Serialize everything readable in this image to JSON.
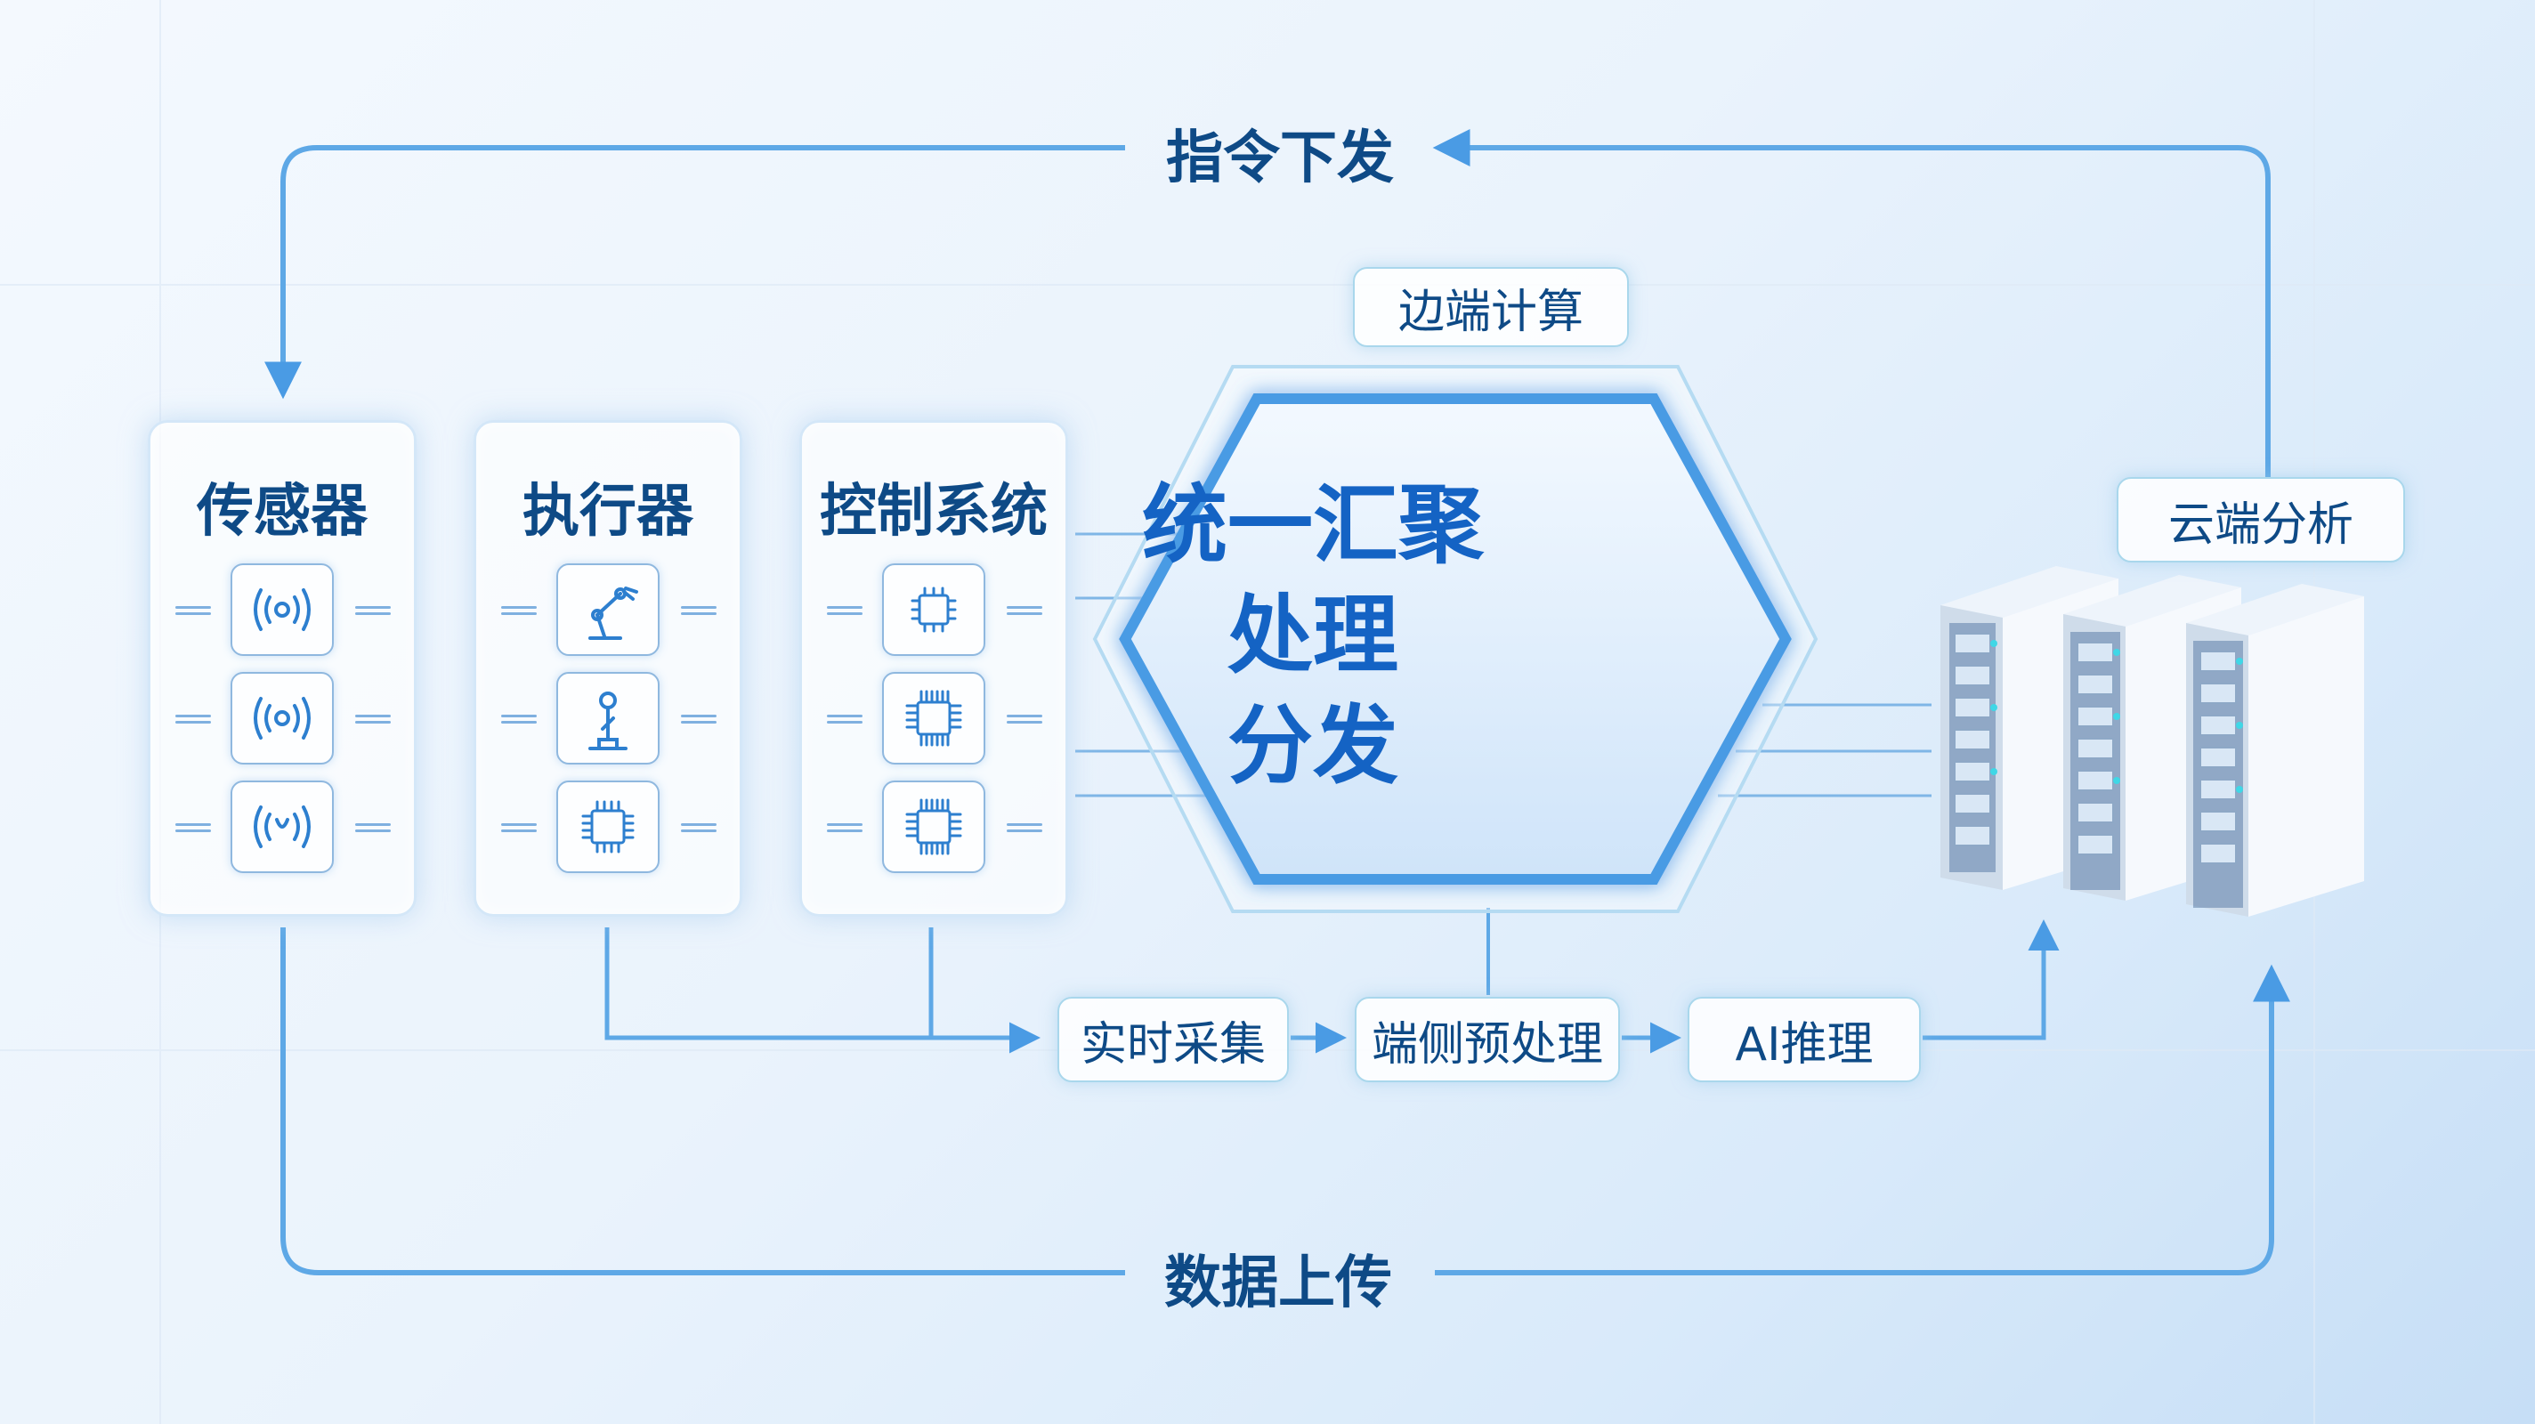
{
  "loop": {
    "top_label": "指令下发",
    "bottom_label": "数据上传"
  },
  "edge": {
    "label": "边端计算",
    "hub_lines": [
      "统一汇聚",
      "处理",
      "分发"
    ]
  },
  "cloud": {
    "label": "云端分析"
  },
  "panels": [
    {
      "title": "传感器",
      "devices": [
        "sensor-icon",
        "sensor-icon",
        "sensor-icon"
      ]
    },
    {
      "title": "执行器",
      "devices": [
        "robot-arm-icon",
        "robot-arm-icon",
        "chip-icon"
      ]
    },
    {
      "title": "控制系统",
      "devices": [
        "chip-icon",
        "chip-icon",
        "chip-icon"
      ]
    }
  ],
  "pipeline": {
    "steps": [
      "实时采集",
      "端侧预处理",
      "AI推理"
    ]
  },
  "colors": {
    "primary_text": "#0e4a86",
    "accent_blue": "#1463c4",
    "line_blue": "#5ea8e6",
    "border_cyan": "#a9d7ec"
  }
}
